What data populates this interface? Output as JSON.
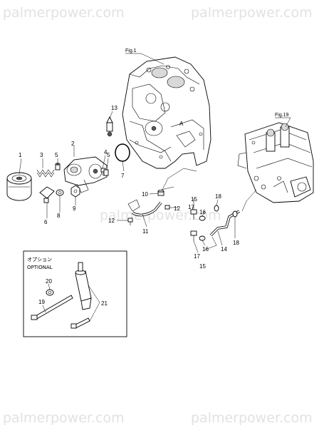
{
  "watermark": "palmerpower.com",
  "figure_refs": [
    "Fig.1",
    "Fig.19"
  ],
  "option_box": {
    "title_jp": "オプション",
    "title_en": "OPTIONAL"
  },
  "callouts": {
    "n1": "1",
    "n2": "2",
    "n3": "3",
    "n4": "4",
    "n5a": "5",
    "n5b": "5",
    "n6": "6",
    "n7": "7",
    "n8": "8",
    "n9": "9",
    "n10": "10",
    "n11": "11",
    "n12a": "12",
    "n12b": "12",
    "n13": "13",
    "n14": "14",
    "n15a": "15",
    "n15b": "15",
    "n16a": "16",
    "n16b": "16",
    "n17a": "17",
    "n17b": "17",
    "n18a": "18",
    "n18b": "18",
    "n19": "19",
    "n20": "20",
    "n21": "21"
  }
}
